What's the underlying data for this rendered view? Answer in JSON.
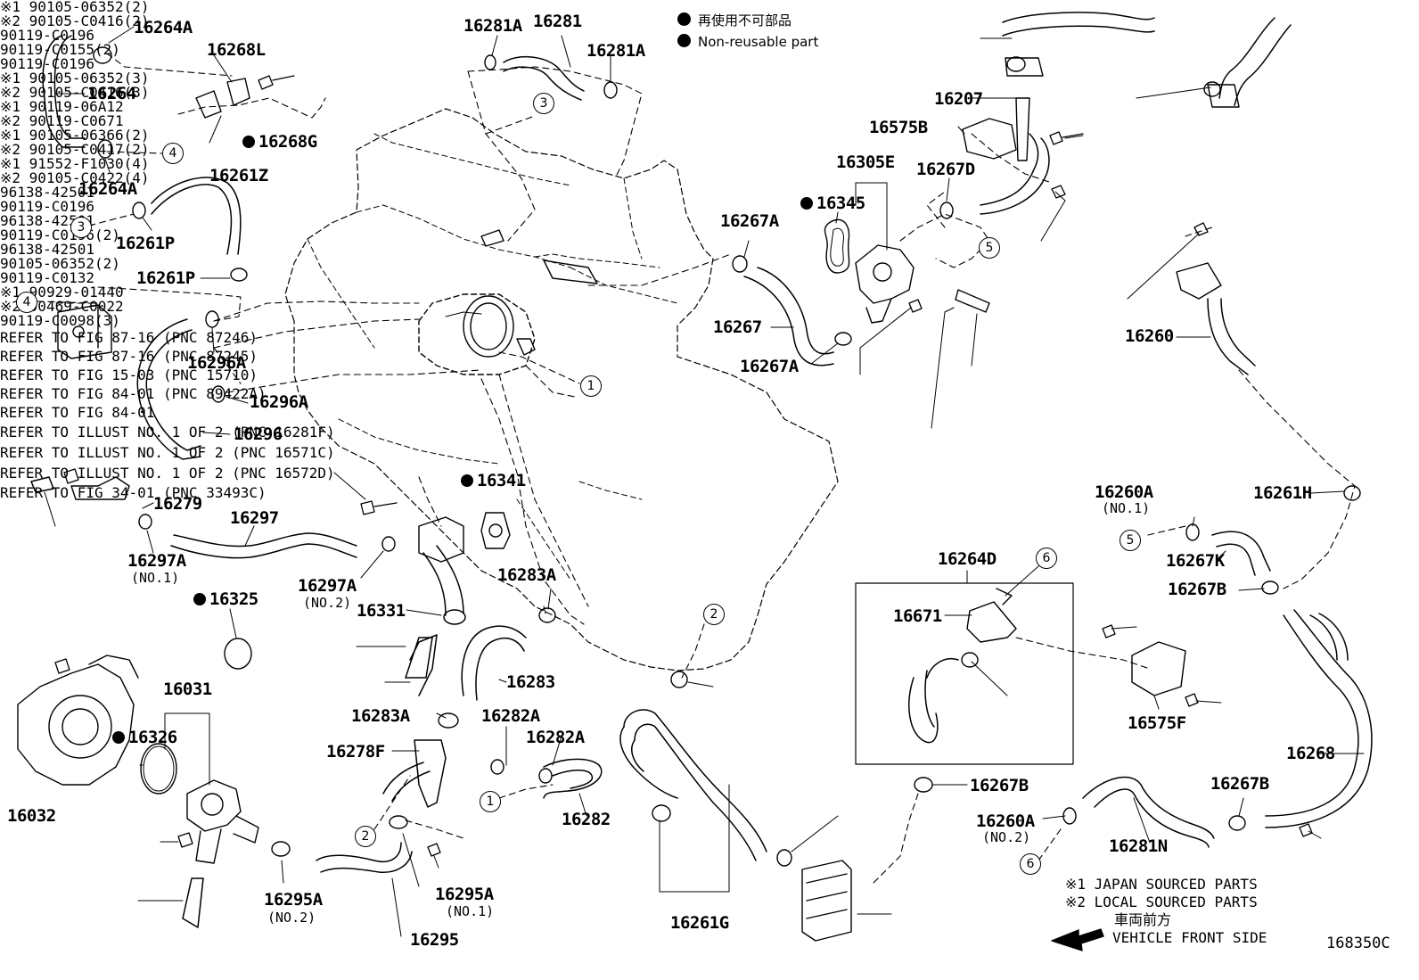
{
  "legend": {
    "marker_color": "#000000",
    "label_jp": "再使用不可部品",
    "label_en": "Non-reusable part"
  },
  "parts": {
    "p16264A_top": "16264A",
    "p16268L": "16268L",
    "p16264": "16264",
    "p16268G": "16268G",
    "p16264A_bot": "16264A",
    "p16261Z": "16261Z",
    "p16261P_a": "16261P",
    "p16261P_b": "16261P",
    "p16296A_a": "16296A",
    "p16296A_b": "16296A",
    "p16296": "16296",
    "p16279": "16279",
    "p16297": "16297",
    "p16297A_a": "16297A",
    "p16297A_a_sub": "(NO.1)",
    "p16297A_b": "16297A",
    "p16297A_b_sub": "(NO.2)",
    "p16325": "16325",
    "p16331": "16331",
    "p16341": "16341",
    "p16283A_a": "16283A",
    "p16283": "16283",
    "p16283A_b": "16283A",
    "p16282A_a": "16282A",
    "p16282A_b": "16282A",
    "p16278F": "16278F",
    "p16282": "16282",
    "p16031": "16031",
    "p16326": "16326",
    "p16032": "16032",
    "p16295A_a": "16295A",
    "p16295A_a_sub": "(NO.2)",
    "p16295A_b": "16295A",
    "p16295A_b_sub": "(NO.1)",
    "p16295": "16295",
    "p16281A_a": "16281A",
    "p16281": "16281",
    "p16281A_b": "16281A",
    "p16207": "16207",
    "p16575B": "16575B",
    "p16305E": "16305E",
    "p16267D": "16267D",
    "p16345": "16345",
    "p16267A_a": "16267A",
    "p16267": "16267",
    "p16267A_b": "16267A",
    "p16260": "16260",
    "p16261H": "16261H",
    "p16260A_a": "16260A",
    "p16260A_a_sub": "(NO.1)",
    "p16267K": "16267K",
    "p16267B_a": "16267B",
    "p16264D": "16264D",
    "p16671": "16671",
    "p16575F": "16575F",
    "p16268": "16268",
    "p16267B_b": "16267B",
    "p16267B_c": "16267B",
    "p16260A_b": "16260A",
    "p16260A_b_sub": "(NO.2)",
    "p16281N": "16281N",
    "p16261G": "16261G"
  },
  "bolts": {
    "b1": "※1 90105-06352(2)",
    "b2": "※2 90105-C0416(2)",
    "b3": "90119-C0196",
    "b4": "90119-C0155(2)",
    "b5": "90119-C0196",
    "b6": "※1 90105-06352(3)",
    "b7": "※2 90105-C0416(3)",
    "b8": "※1 90119-06A12",
    "b9": "※2 90119-C0671",
    "b10": "※1 90105-06366(2)",
    "b11": "※2 90105-C0417(2)",
    "b12": "※1 91552-F1030(4)",
    "b13": "※2 90105-C0422(4)",
    "b14": "96138-42501",
    "b15": "90119-C0196",
    "b16": "96138-42501",
    "b17": "90119-C0196(2)",
    "b18": "96138-42501",
    "b19": "90105-06352(2)",
    "b20": "90119-C0132",
    "b21": "※1 90929-01440",
    "b22": "※2 90469-C0022",
    "b23": "90119-C0098(3)"
  },
  "refs": {
    "r1": "REFER TO\nFIG 87-16\n(PNC 87246)",
    "r2": "REFER TO\nFIG 87-16\n(PNC 87245)",
    "r3": "REFER TO\nFIG 15-03\n(PNC 15710)",
    "r4": "REFER TO\nFIG 84-01\n(PNC 89422A)",
    "r5": "REFER TO\nFIG 84-01",
    "r6": "REFER TO\nILLUST NO.\n1 OF 2\n(PNC 16281F)",
    "r7": "REFER TO\nILLUST NO.\n1 OF 2\n(PNC 16571C)",
    "r8": "REFER TO\nILLUST NO.\n1 OF 2\n(PNC 16572D)",
    "r9": "REFER TO\nFIG 34-01\n(PNC 33493C)"
  },
  "circles": {
    "c1": "1",
    "c2": "2",
    "c3": "3",
    "c4": "4",
    "c5": "5",
    "c6": "6"
  },
  "notes": {
    "n1": "※1 JAPAN SOURCED PARTS",
    "n2": "※2 LOCAL SOURCED PARTS",
    "front_jp": "車両前方",
    "front_en": "VEHICLE FRONT SIDE"
  },
  "figure_id": "168350C"
}
